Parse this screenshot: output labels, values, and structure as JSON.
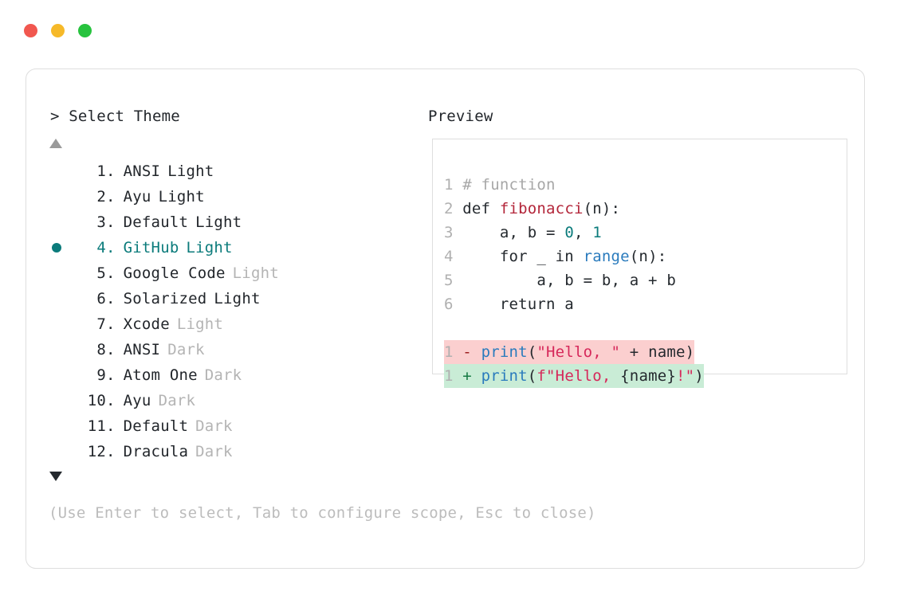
{
  "window": {
    "traffic_lights": [
      {
        "name": "close",
        "color": "#f1574f"
      },
      {
        "name": "minimize",
        "color": "#f6b929"
      },
      {
        "name": "maximize",
        "color": "#27c33e"
      }
    ]
  },
  "accent_color": "#0b7b7b",
  "panel": {
    "prompt": "> Select Theme",
    "preview_label": "Preview",
    "scroll_up_indicator": "▲",
    "scroll_down_indicator": "▼",
    "hint": "(Use Enter to select, Tab to configure scope, Esc to close)"
  },
  "theme_list": {
    "selected_index": 4,
    "items": [
      {
        "index": "1.",
        "name": "ANSI",
        "variant": "Light",
        "dim_variant": false,
        "selected": false
      },
      {
        "index": "2.",
        "name": "Ayu",
        "variant": "Light",
        "dim_variant": false,
        "selected": false
      },
      {
        "index": "3.",
        "name": "Default",
        "variant": "Light",
        "dim_variant": false,
        "selected": false
      },
      {
        "index": "4.",
        "name": "GitHub",
        "variant": "Light",
        "dim_variant": false,
        "selected": true
      },
      {
        "index": "5.",
        "name": "Google Code",
        "variant": "Light",
        "dim_variant": true,
        "selected": false
      },
      {
        "index": "6.",
        "name": "Solarized",
        "variant": "Light",
        "dim_variant": false,
        "selected": false
      },
      {
        "index": "7.",
        "name": "Xcode",
        "variant": "Light",
        "dim_variant": true,
        "selected": false
      },
      {
        "index": "8.",
        "name": "ANSI",
        "variant": "Dark",
        "dim_variant": true,
        "selected": false
      },
      {
        "index": "9.",
        "name": "Atom One",
        "variant": "Dark",
        "dim_variant": true,
        "selected": false
      },
      {
        "index": "10.",
        "name": "Ayu",
        "variant": "Dark",
        "dim_variant": true,
        "selected": false
      },
      {
        "index": "11.",
        "name": "Default",
        "variant": "Dark",
        "dim_variant": true,
        "selected": false
      },
      {
        "index": "12.",
        "name": "Dracula",
        "variant": "Dark",
        "dim_variant": true,
        "selected": false
      }
    ]
  },
  "preview": {
    "code_lines": [
      {
        "ln": "1",
        "tokens": [
          {
            "t": "# function",
            "c": "comment"
          }
        ]
      },
      {
        "ln": "2",
        "tokens": [
          {
            "t": "def ",
            "c": "kw"
          },
          {
            "t": "fibonacci",
            "c": "fn"
          },
          {
            "t": "(n):",
            "c": "plain"
          }
        ]
      },
      {
        "ln": "3",
        "tokens": [
          {
            "t": "    a, b = ",
            "c": "plain"
          },
          {
            "t": "0",
            "c": "num"
          },
          {
            "t": ", ",
            "c": "plain"
          },
          {
            "t": "1",
            "c": "num"
          }
        ]
      },
      {
        "ln": "4",
        "tokens": [
          {
            "t": "    for _ in ",
            "c": "plain"
          },
          {
            "t": "range",
            "c": "builtin"
          },
          {
            "t": "(n):",
            "c": "plain"
          }
        ]
      },
      {
        "ln": "5",
        "tokens": [
          {
            "t": "        a, b = b, a + b",
            "c": "plain"
          }
        ]
      },
      {
        "ln": "6",
        "tokens": [
          {
            "t": "    return a",
            "c": "plain"
          }
        ]
      }
    ],
    "diff_lines": [
      {
        "ln": "1",
        "sign": "-",
        "kind": "del",
        "tokens": [
          {
            "t": "print",
            "c": "builtin"
          },
          {
            "t": "(",
            "c": "plain"
          },
          {
            "t": "\"Hello, \"",
            "c": "str"
          },
          {
            "t": " + name)",
            "c": "plain"
          }
        ]
      },
      {
        "ln": "1",
        "sign": "+",
        "kind": "add",
        "tokens": [
          {
            "t": "print",
            "c": "builtin"
          },
          {
            "t": "(",
            "c": "plain"
          },
          {
            "t": "f\"Hello, ",
            "c": "str"
          },
          {
            "t": "{name}",
            "c": "plain"
          },
          {
            "t": "!\"",
            "c": "str"
          },
          {
            "t": ")",
            "c": "plain"
          }
        ]
      }
    ]
  }
}
